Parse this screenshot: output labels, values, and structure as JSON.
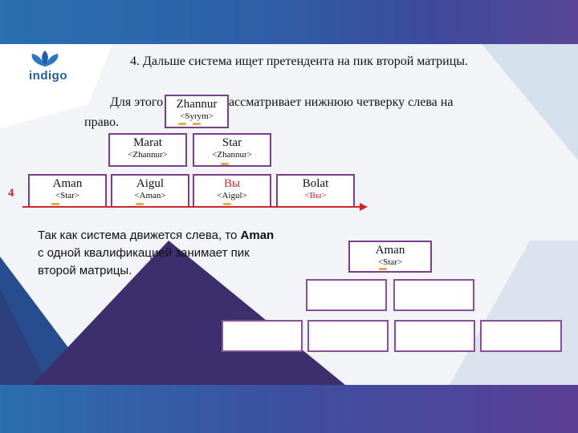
{
  "slide": {
    "step_text": "4. Дальше система ищет претендента на пик второй матрицы.",
    "line2": "Для этого она опять рассматривает нижнюю четверку слева на",
    "line3": "право.",
    "bottom_text_part1": "Так как система движется слева, то ",
    "bottom_bold": "Aman",
    "bottom_text_part2": " с одной квалификацией занимает пик второй матрицы.",
    "row_number": "4",
    "logo_text": "indigo"
  },
  "colors": {
    "accent": "#2a6fb0",
    "border": "#7b3e8c",
    "highlight_red": "#d1242f",
    "mark": "#e3b13c"
  },
  "matrix_left": {
    "top": {
      "name": "Zhannur",
      "sub": "<Syrym>"
    },
    "middle": [
      {
        "name": "Marat",
        "sub": "<Zhannur>"
      },
      {
        "name": "Star",
        "sub": "<Zhannur>"
      }
    ],
    "bottom": [
      {
        "name": "Aman",
        "sub": "<Star>"
      },
      {
        "name": "Aigul",
        "sub": "<Aman>"
      },
      {
        "name": "Вы",
        "sub": "<Aigul>",
        "highlight": true
      },
      {
        "name": "Bolat",
        "sub": "<Вы>",
        "highlight_sub": true
      }
    ]
  },
  "matrix_right": {
    "top": {
      "name": "Aman",
      "sub": "<Star>"
    }
  }
}
